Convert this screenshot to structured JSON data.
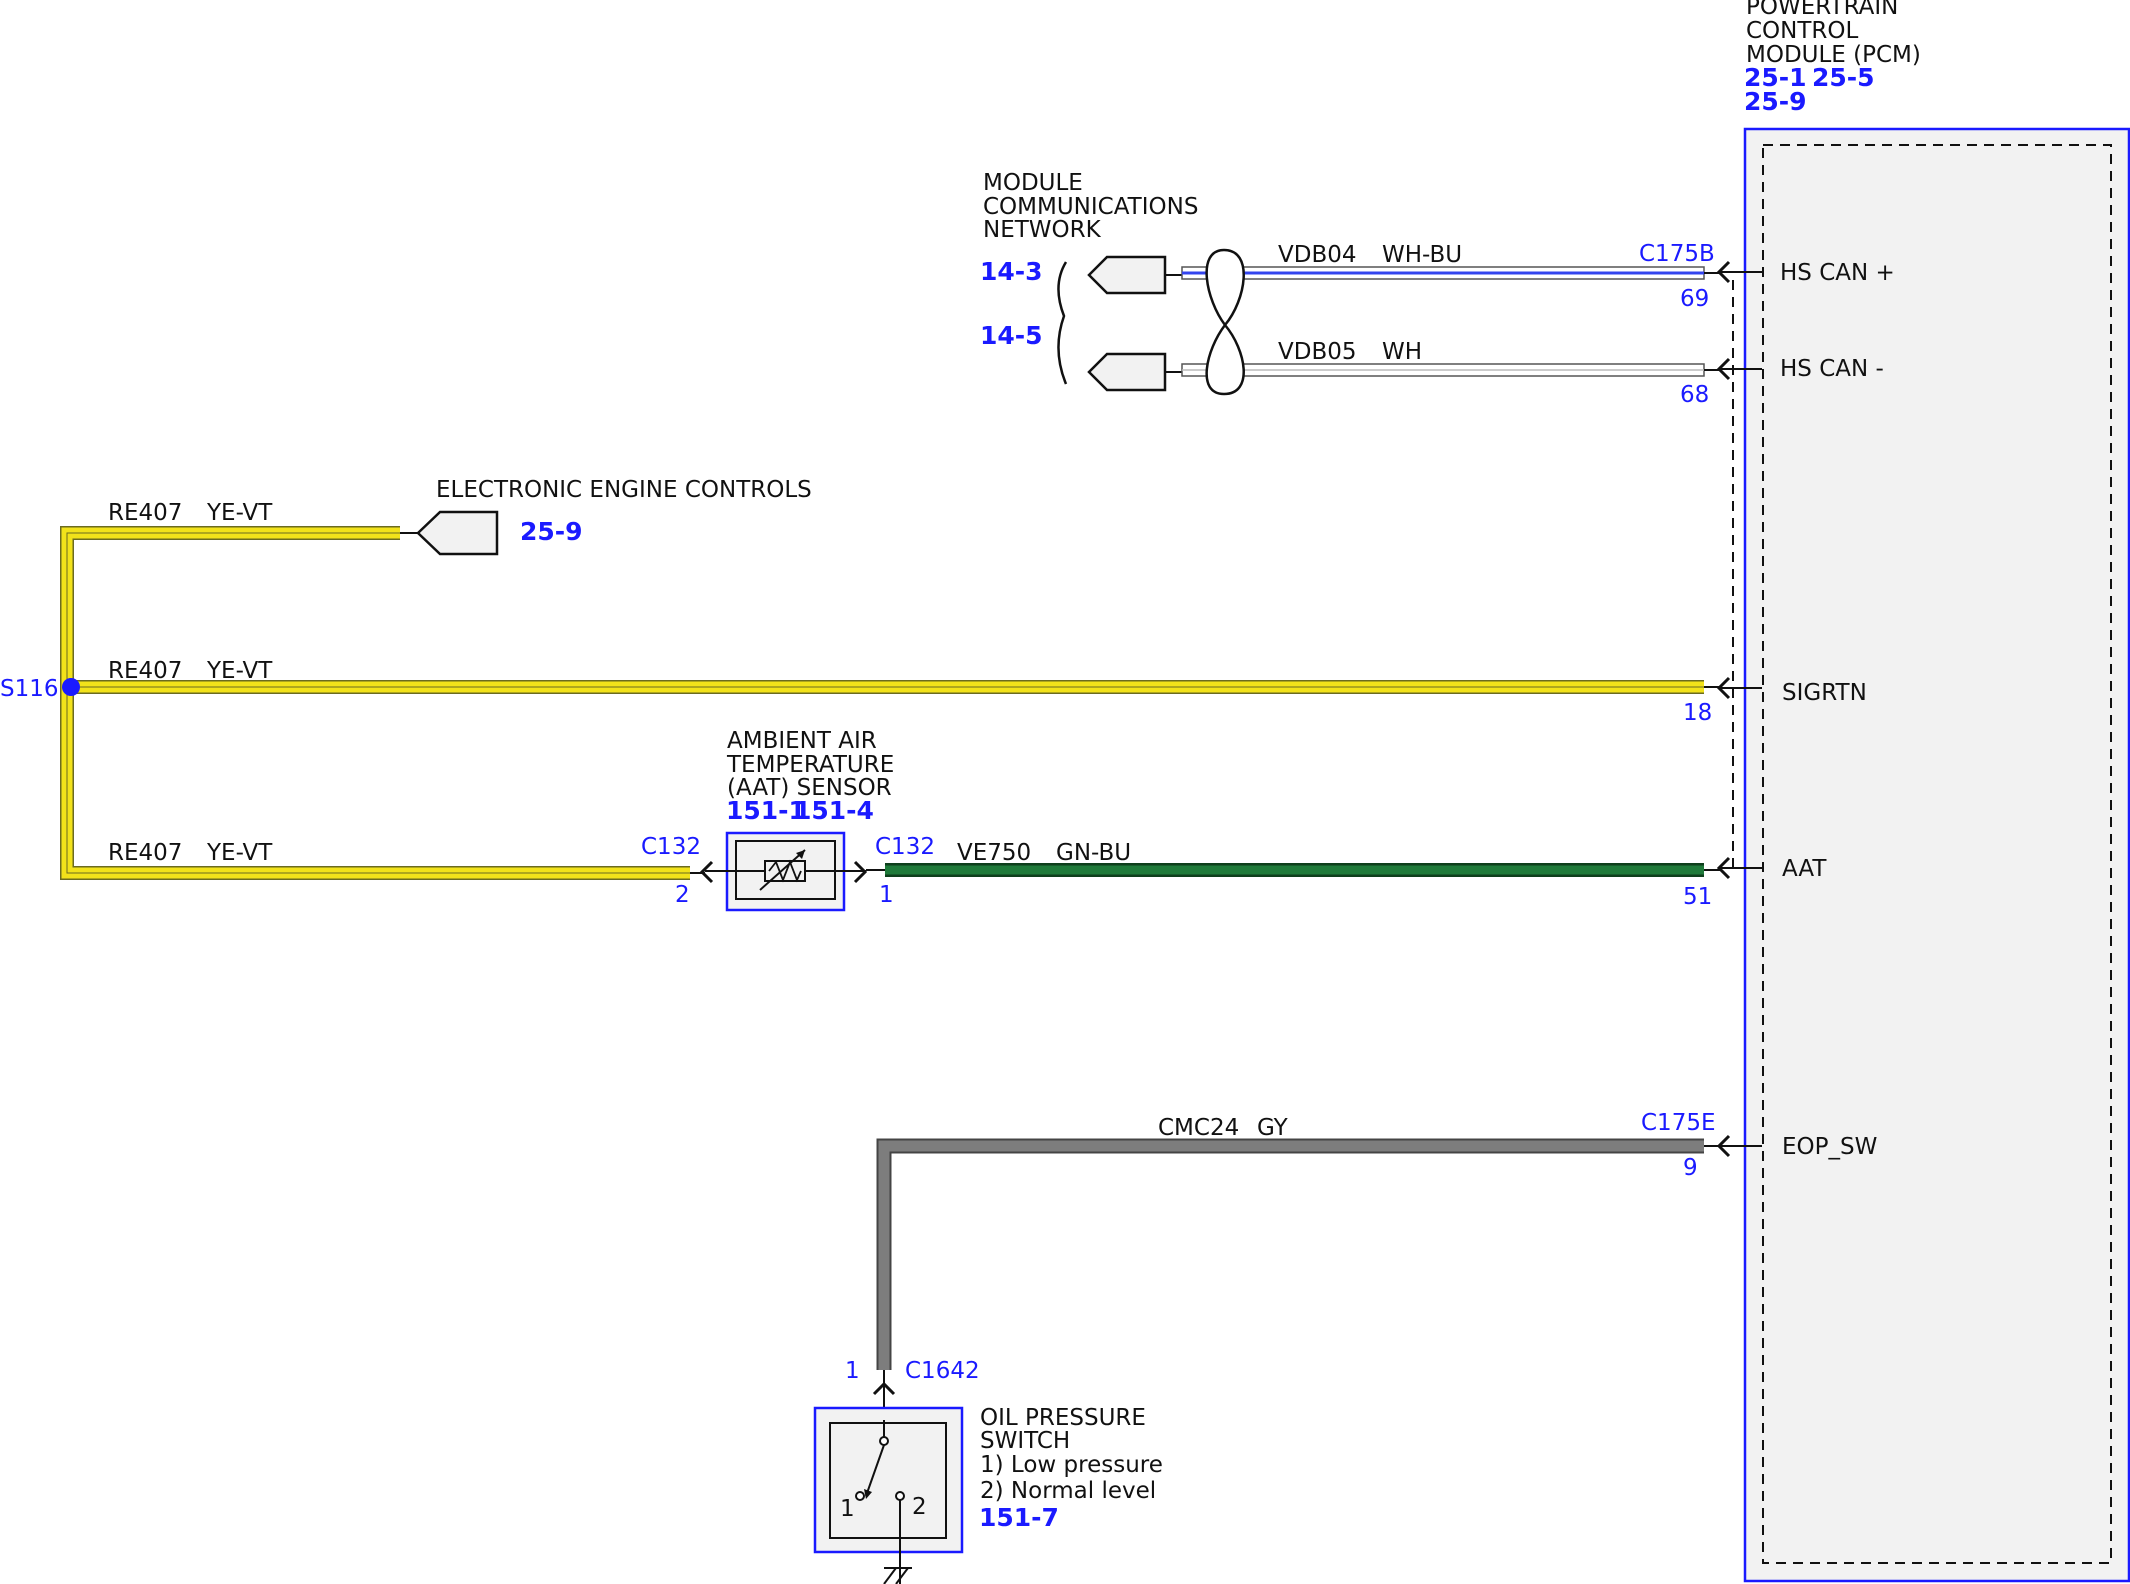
{
  "pcm": {
    "title_lines": [
      "POWERTRAIN",
      "CONTROL",
      "MODULE (PCM)"
    ],
    "refs_line1": [
      "25-1",
      "25-5"
    ],
    "refs_line2": [
      "25-9"
    ],
    "pins": {
      "hs_can_plus": "HS CAN +",
      "hs_can_minus": "HS CAN -",
      "sigrtn": "SIGRTN",
      "aat": "AAT",
      "eop_sw": "EOP_SW"
    }
  },
  "network": {
    "title_lines": [
      "MODULE",
      "COMMUNICATIONS",
      "NETWORK"
    ],
    "ref_a": "14-3",
    "ref_b": "14-5"
  },
  "circuits": {
    "vdb04": {
      "code": "VDB04",
      "color": "WH-BU",
      "connector": "C175B",
      "pin": "69"
    },
    "vdb05": {
      "code": "VDB05",
      "color": "WH",
      "pin": "68"
    },
    "re407_top": {
      "code": "RE407",
      "color": "YE-VT"
    },
    "re407_mid": {
      "code": "RE407",
      "color": "YE-VT",
      "pin": "18"
    },
    "re407_low": {
      "code": "RE407",
      "color": "YE-VT",
      "connector": "C132",
      "pin": "2"
    },
    "ve750": {
      "code": "VE750",
      "color": "GN-BU",
      "connector": "C132",
      "pin_left": "1",
      "pin_right": "51"
    },
    "cmc24": {
      "code": "CMC24",
      "color": "GY",
      "connector": "C175E",
      "pin": "9"
    }
  },
  "eec": {
    "title": "ELECTRONIC ENGINE CONTROLS",
    "ref": "25-9"
  },
  "splice": {
    "label": "S116"
  },
  "aat_sensor": {
    "title_lines": [
      "AMBIENT AIR",
      "TEMPERATURE",
      "(AAT) SENSOR"
    ],
    "refs": [
      "151-1",
      "151-4"
    ]
  },
  "oil_switch": {
    "connector": "C1642",
    "pin": "1",
    "title_lines": [
      "OIL PRESSURE",
      "SWITCH"
    ],
    "states": [
      "1) Low pressure",
      "2) Normal level"
    ],
    "ref": "151-7",
    "contact_1": "1",
    "contact_2": "2"
  },
  "colors": {
    "yellow_wire": "#f2e21a",
    "green_wire": "#1f7a3a",
    "gray_wire": "#7d7d7d",
    "blue_wire": "#3344ee",
    "label_blue": "#1a1aff",
    "module_fill": "#f2f2f2"
  }
}
